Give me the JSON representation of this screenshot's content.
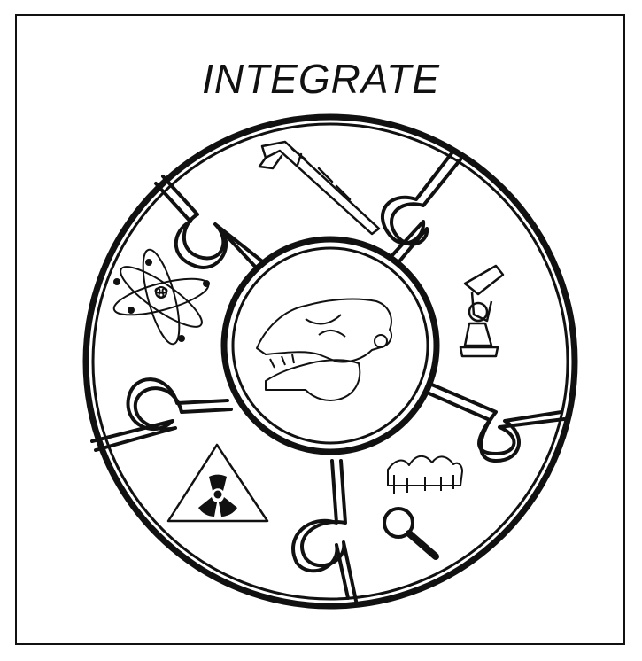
{
  "diagram": {
    "title": "INTEGRATE",
    "pieces": [
      {
        "id": "center",
        "icon": "skull-icon"
      },
      {
        "id": "top",
        "icon": "caliper-icon"
      },
      {
        "id": "right",
        "icon": "robotic-arm-icon"
      },
      {
        "id": "bottom-right",
        "icon": "magnifier-icon",
        "extra_icon": "tooth-profile-icon"
      },
      {
        "id": "bottom-left",
        "icon": "radiation-icon"
      },
      {
        "id": "left",
        "icon": "atom-icon"
      }
    ],
    "colors": {
      "line": "#111111",
      "background": "#ffffff"
    }
  }
}
